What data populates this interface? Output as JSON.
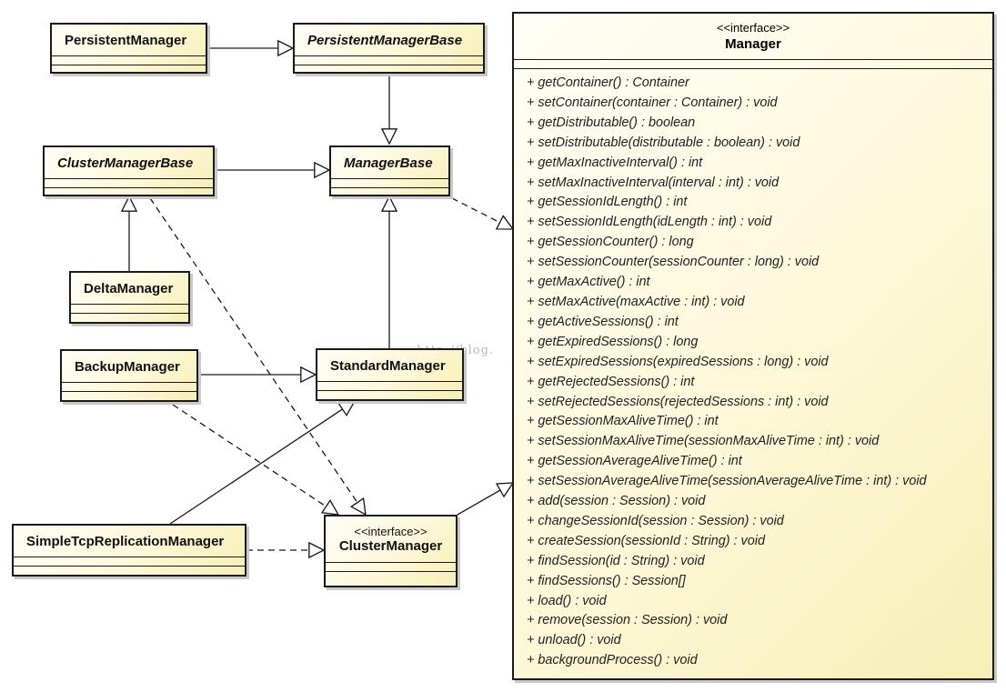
{
  "diagram": {
    "classes": {
      "persistent_manager": "PersistentManager",
      "persistent_manager_base": "PersistentManagerBase",
      "cluster_manager_base": "ClusterManagerBase",
      "manager_base": "ManagerBase",
      "delta_manager": "DeltaManager",
      "backup_manager": "BackupManager",
      "standard_manager": "StandardManager",
      "simple_tcp_replication_manager": "SimpleTcpReplicationManager",
      "cluster_manager": "ClusterManager"
    },
    "stereotype": "<<interface>>",
    "manager_interface": {
      "name": "Manager",
      "operations": [
        "+ getContainer() : Container",
        "+ setContainer(container : Container) : void",
        "+ getDistributable() : boolean",
        "+ setDistributable(distributable : boolean) : void",
        "+ getMaxInactiveInterval() : int",
        "+ setMaxInactiveInterval(interval : int) : void",
        "+ getSessionIdLength() : int",
        "+ setSessionIdLength(idLength : int) : void",
        "+ getSessionCounter() : long",
        "+ setSessionCounter(sessionCounter : long) : void",
        "+ getMaxActive() : int",
        "+ setMaxActive(maxActive : int) : void",
        "+ getActiveSessions() : int",
        "+ getExpiredSessions() : long",
        "+ setExpiredSessions(expiredSessions : long) : void",
        "+ getRejectedSessions() : int",
        "+ setRejectedSessions(rejectedSessions : int) : void",
        "+ getSessionMaxAliveTime() : int",
        "+ setSessionMaxAliveTime(sessionMaxAliveTime : int) : void",
        "+ getSessionAverageAliveTime() : int",
        "+ setSessionAverageAliveTime(sessionAverageAliveTime : int) : void",
        "+ add(session : Session) : void",
        "+ changeSessionId(session : Session) : void",
        "+ createSession(sessionId : String) : void",
        "+ findSession(id : String) : void",
        "+ findSessions() : Session[]",
        "+ load() : void",
        "+ remove(session : Session) : void",
        "+ unload() : void",
        "+ backgroundProcess() : void"
      ]
    },
    "watermark": "http://blog."
  }
}
